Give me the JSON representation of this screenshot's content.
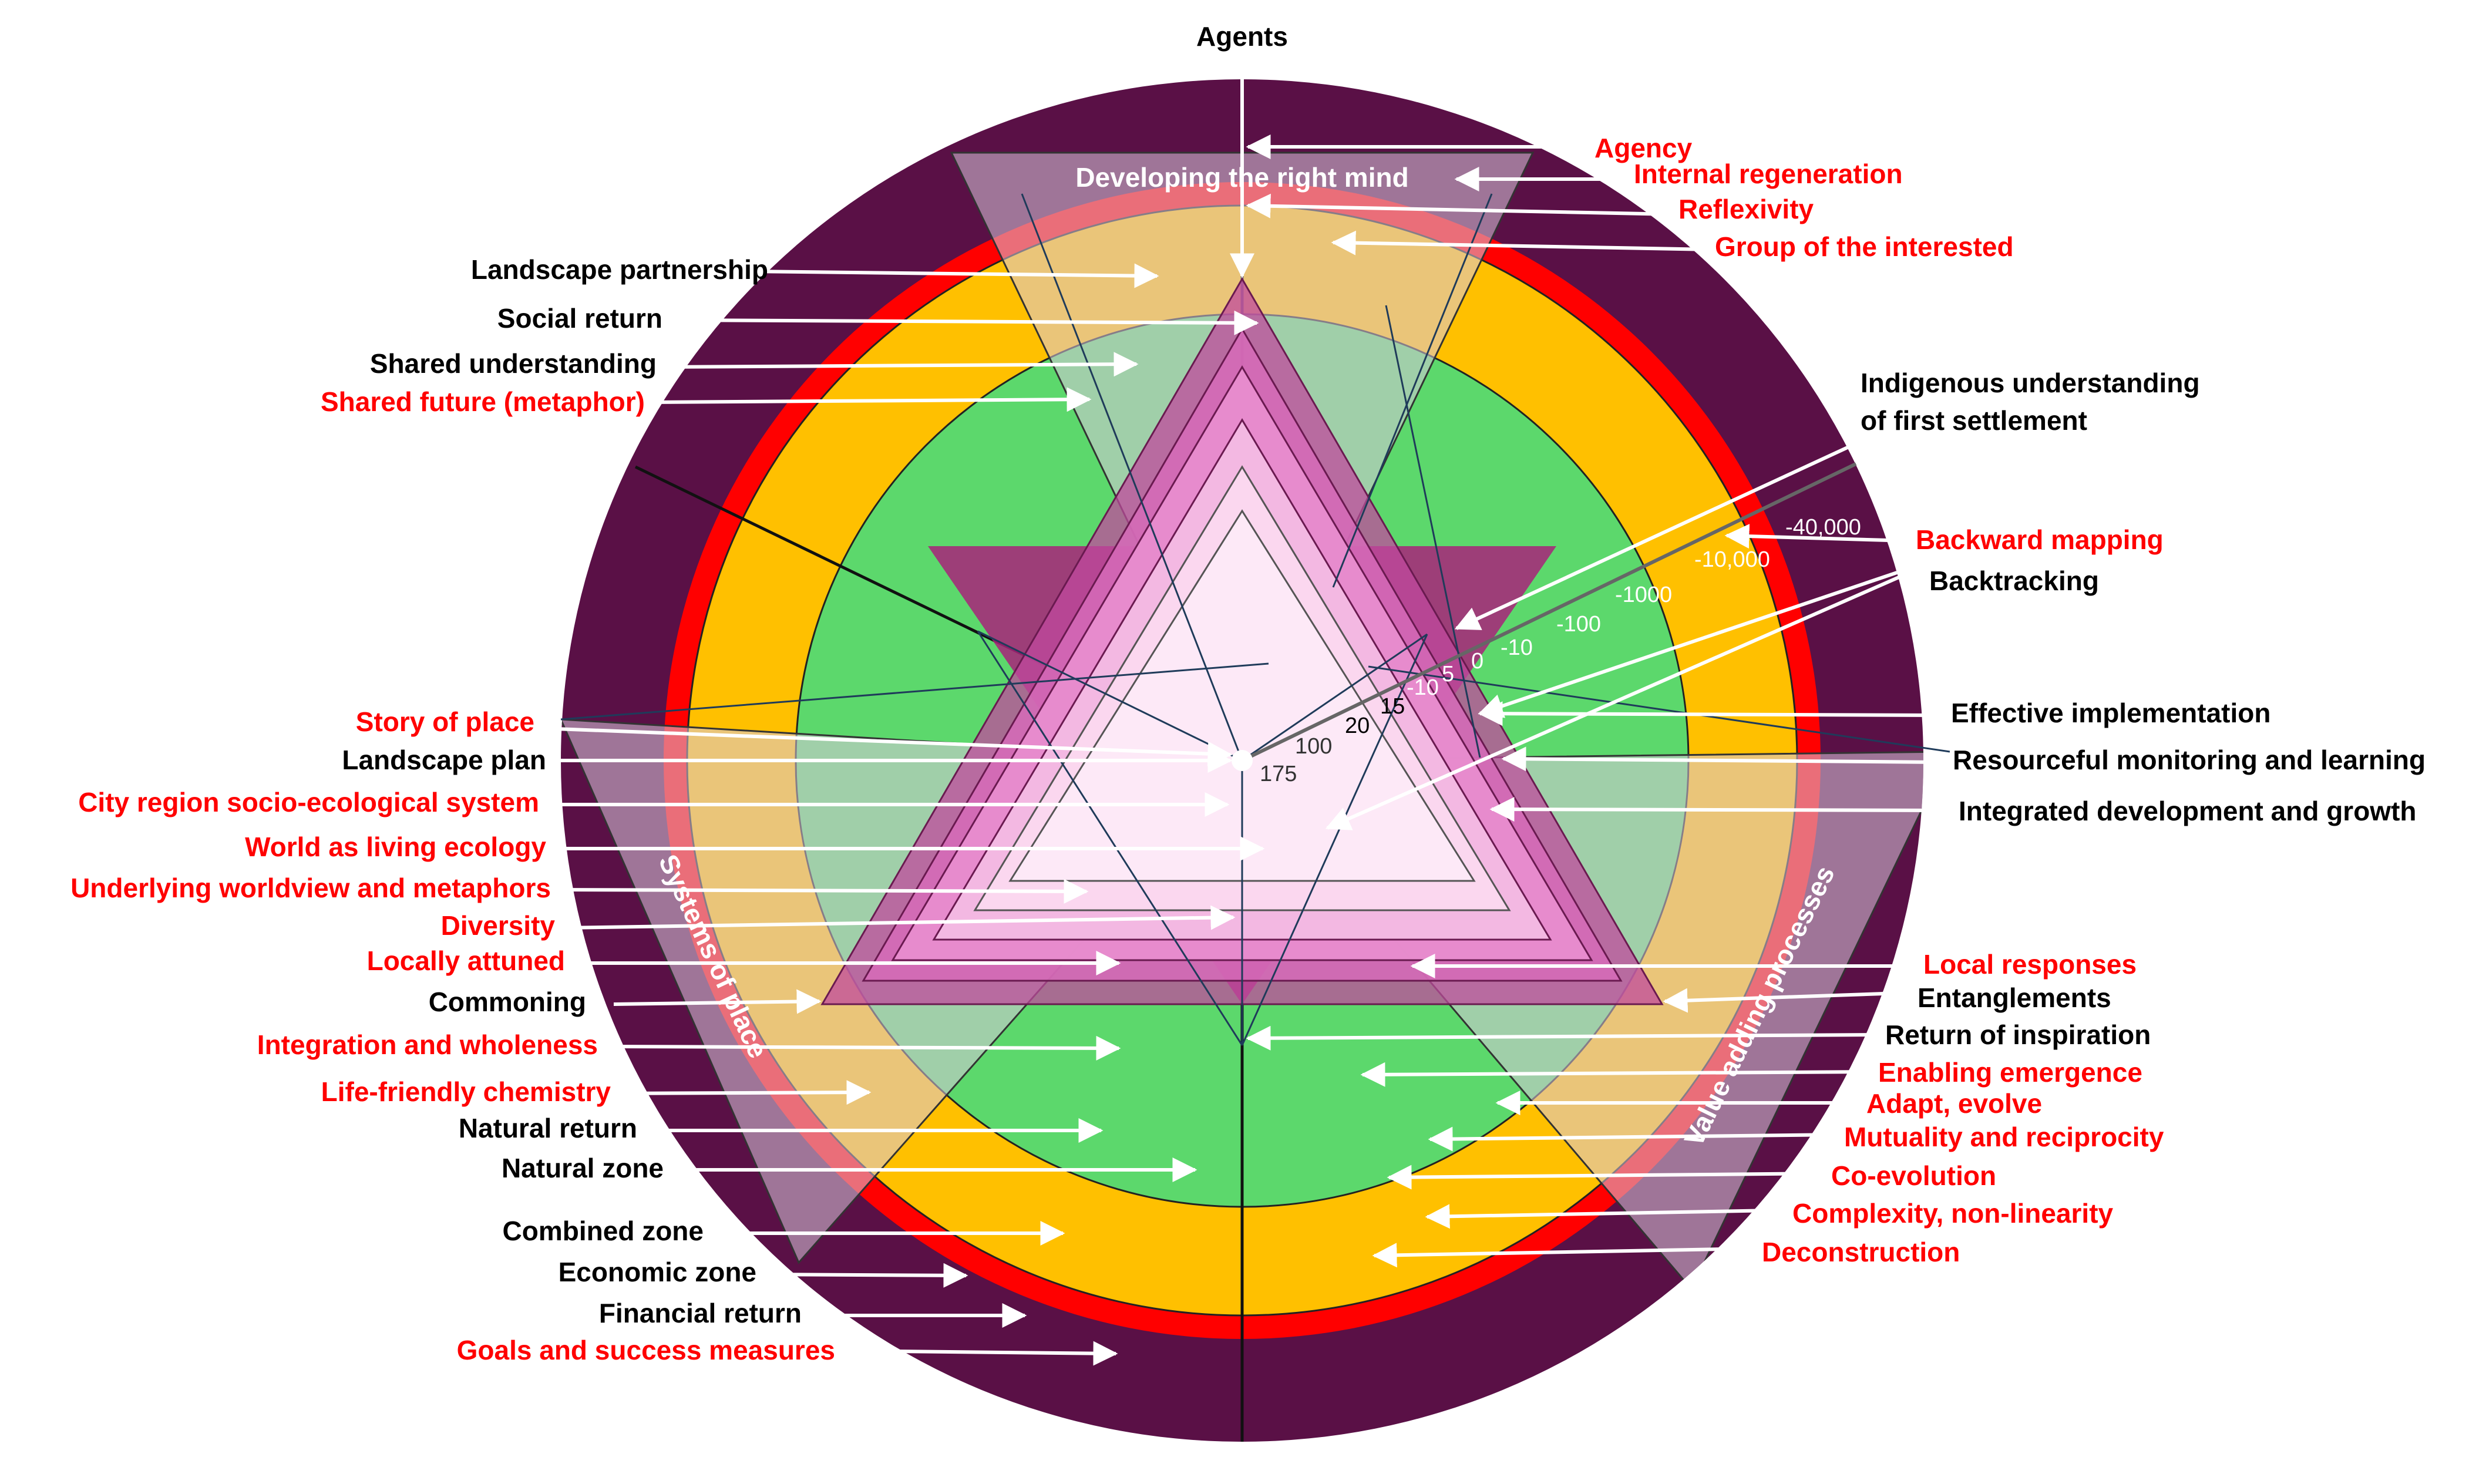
{
  "title": "Agents",
  "colors": {
    "outer_ring": "#5a1046",
    "red_ring": "#ff0000",
    "orange_ring": "#ffc000",
    "green_disc": "#5cd86c",
    "pink_triangles": [
      "#a8237a",
      "#d04aa6",
      "#e986c8",
      "#f3b3dd",
      "#fbdaf0",
      "#fdeef8"
    ],
    "black_label": "#000000",
    "red_label": "#ff0000",
    "band_overlay": "#d9c8dd"
  },
  "bands": {
    "top": "Developing the right mind",
    "left": "Systems of place",
    "right": "Value adding processes"
  },
  "scale": {
    "upper": [
      "-40,000",
      "-10,000",
      "-1000",
      "-100",
      "-10",
      "0",
      "5",
      "-10",
      "15",
      "20",
      "100",
      "175"
    ]
  },
  "labels": {
    "top_right": [
      {
        "id": "agency",
        "text": "Agency",
        "color": "red"
      },
      {
        "id": "internal-regeneration",
        "text": "Internal regeneration",
        "color": "red"
      },
      {
        "id": "reflexivity",
        "text": "Reflexivity",
        "color": "red"
      },
      {
        "id": "group-of-the-interested",
        "text": "Group of the interested",
        "color": "red"
      }
    ],
    "top_left": [
      {
        "id": "landscape-partnership",
        "text": "Landscape partnership",
        "color": "black"
      },
      {
        "id": "social-return",
        "text": "Social return",
        "color": "black"
      },
      {
        "id": "shared-understanding",
        "text": "Shared understanding",
        "color": "black"
      },
      {
        "id": "shared-future",
        "text": "Shared future (metaphor)",
        "color": "red"
      }
    ],
    "right": [
      {
        "id": "indigenous-1",
        "text": "Indigenous understanding",
        "color": "black"
      },
      {
        "id": "indigenous-2",
        "text": "of first settlement",
        "color": "black"
      },
      {
        "id": "backward-mapping",
        "text": "Backward mapping",
        "color": "red"
      },
      {
        "id": "backtracking",
        "text": "Backtracking",
        "color": "black"
      },
      {
        "id": "effective-implementation",
        "text": "Effective implementation",
        "color": "black"
      },
      {
        "id": "resourceful-monitoring",
        "text": "Resourceful monitoring and learning",
        "color": "black"
      },
      {
        "id": "integrated-development",
        "text": "Integrated development and growth",
        "color": "black"
      }
    ],
    "left": [
      {
        "id": "story-of-place",
        "text": "Story of place",
        "color": "red"
      },
      {
        "id": "landscape-plan",
        "text": "Landscape plan",
        "color": "black"
      },
      {
        "id": "city-region",
        "text": "City region socio-ecological system",
        "color": "red"
      },
      {
        "id": "world-living-ecology",
        "text": "World as living ecology",
        "color": "red"
      },
      {
        "id": "underlying-worldview",
        "text": "Underlying worldview and metaphors",
        "color": "red"
      },
      {
        "id": "diversity",
        "text": "Diversity",
        "color": "red"
      },
      {
        "id": "locally-attuned",
        "text": "Locally attuned",
        "color": "red"
      },
      {
        "id": "commoning",
        "text": "Commoning",
        "color": "black"
      },
      {
        "id": "integration-wholeness",
        "text": "Integration and wholeness",
        "color": "red"
      },
      {
        "id": "life-friendly-chemistry",
        "text": "Life-friendly chemistry",
        "color": "red"
      },
      {
        "id": "natural-return",
        "text": "Natural return",
        "color": "black"
      },
      {
        "id": "natural-zone",
        "text": "Natural zone",
        "color": "black"
      },
      {
        "id": "combined-zone",
        "text": "Combined zone",
        "color": "black"
      },
      {
        "id": "economic-zone",
        "text": "Economic zone",
        "color": "black"
      },
      {
        "id": "financial-return",
        "text": "Financial return",
        "color": "black"
      },
      {
        "id": "goals-success",
        "text": "Goals and success measures",
        "color": "red"
      }
    ],
    "bottom_right": [
      {
        "id": "local-responses",
        "text": "Local responses",
        "color": "red"
      },
      {
        "id": "entanglements",
        "text": "Entanglements",
        "color": "black"
      },
      {
        "id": "return-of-inspiration",
        "text": "Return of inspiration",
        "color": "black"
      },
      {
        "id": "enabling-emergence",
        "text": "Enabling emergence",
        "color": "red"
      },
      {
        "id": "adapt-evolve",
        "text": "Adapt, evolve",
        "color": "red"
      },
      {
        "id": "mutuality-reciprocity",
        "text": "Mutuality and reciprocity",
        "color": "red"
      },
      {
        "id": "co-evolution",
        "text": "Co-evolution",
        "color": "red"
      },
      {
        "id": "complexity",
        "text": "Complexity, non-linearity",
        "color": "red"
      },
      {
        "id": "deconstruction",
        "text": "Deconstruction",
        "color": "red"
      }
    ]
  }
}
